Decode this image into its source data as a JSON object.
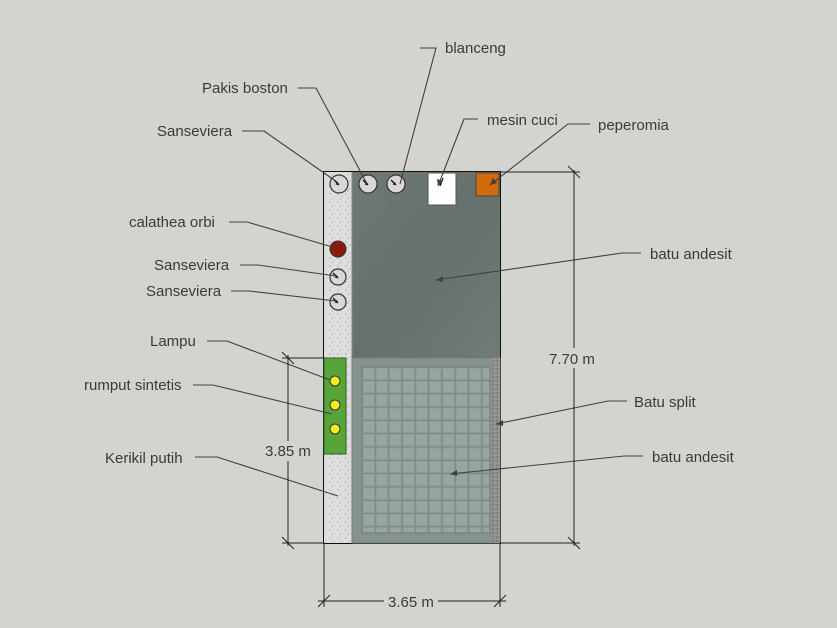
{
  "labels": {
    "blanceng": "blanceng",
    "pakis_boston": "Pakis boston",
    "sanseviera_top": "Sanseviera",
    "mesin_cuci": "mesin cuci",
    "peperomia": "peperomia",
    "calathea_orbi": "calathea orbi",
    "sanseviera_mid": "Sanseviera",
    "sanseviera_low": "Sanseviera",
    "batu_andesit_upper": "batu andesit",
    "lampu": "Lampu",
    "rumput_sintetis": "rumput sintetis",
    "batu_split": "Batu split",
    "kerikil_putih": "Kerikil putih",
    "batu_andesit_lower": "batu andesit"
  },
  "dimensions": {
    "height_total": "7.70 m",
    "height_half": "3.85 m",
    "width": "3.65 m"
  },
  "colors": {
    "background": "#d3d4cf",
    "outline": "#111111",
    "andesit_upper": "#6b7470",
    "andesit_lower": "#8a9895",
    "gravel": "#dcdcdc",
    "grass": "#58a43a",
    "lamp": "#f2ee1c",
    "calathea": "#8b1a0c",
    "peperomia": "#d06a0c",
    "leader": "#404040"
  },
  "icons": {
    "plant_pot": "circle-arrow-icon",
    "lamp": "yellow-dot-icon"
  }
}
